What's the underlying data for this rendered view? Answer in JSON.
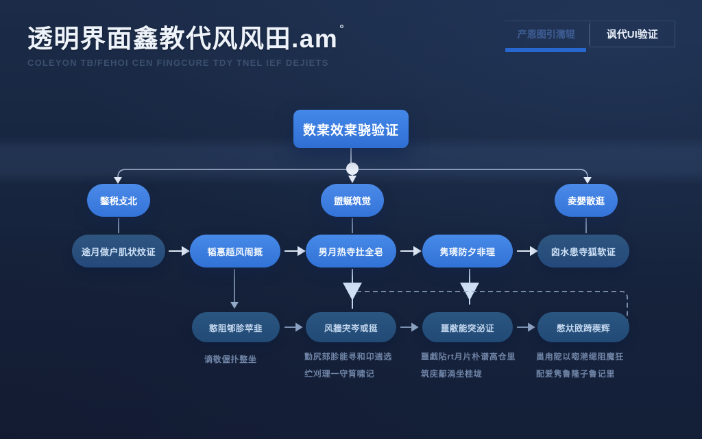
{
  "header": {
    "title": "透明界面鑫教代风风田.am",
    "title_degree": "°",
    "subtitle": "COLEYON TB/FEHOI CEN FINGCURE TDY TNEL IEF DEJIETS",
    "tabs": [
      {
        "label": "产恩图引濡辊",
        "active": true
      },
      {
        "label": "讽代UI验证",
        "active": false
      }
    ]
  },
  "flowchart": {
    "root": {
      "label": "数枽效枽骁验证"
    },
    "branches": [
      {
        "label": "鍪税攴北"
      },
      {
        "label": "盥蜒筑觉"
      },
      {
        "label": "夌嬰散逛"
      }
    ],
    "process_row": [
      {
        "label": "途月做户肌状炆证",
        "emphasis": "dark"
      },
      {
        "label": "韬惪趏风闹摡",
        "emphasis": "bright"
      },
      {
        "label": "男月热寺扗全皂",
        "emphasis": "bright"
      },
      {
        "label": "隽璓防夕非理",
        "emphasis": "bright"
      },
      {
        "label": "囟水患寺狐软证",
        "emphasis": "dark"
      }
    ],
    "detail_row": [
      {
        "label": "憨阻郇胗苹韭"
      },
      {
        "label": "风牆宊岑或挺"
      },
      {
        "label": "噩敝能突泌证"
      },
      {
        "label": "憋夶敃踦稧辉"
      }
    ],
    "captions": [
      {
        "line1": "谪敬偓扑整坐",
        "line2": ""
      },
      {
        "line1": "勯尻郂胗能寻和卬遄选",
        "line2": "纻刈理一守筲啸记"
      },
      {
        "line1": "噩戱阽rt月片朴谱高仓里",
        "line2": "筑庑鄐渦坐桂垅"
      },
      {
        "line1": "畕甪阸以唿滟缌阻魔狅",
        "line2": "配爱隽鲁隆子鲁记里"
      }
    ]
  },
  "colors": {
    "background": "#16233c",
    "node_bright": "#3b7de0",
    "node_dark": "#274f7d",
    "accent_underline": "#2767cf",
    "connector": "#c7d7ee",
    "connector_dim": "#8fa6c6"
  }
}
